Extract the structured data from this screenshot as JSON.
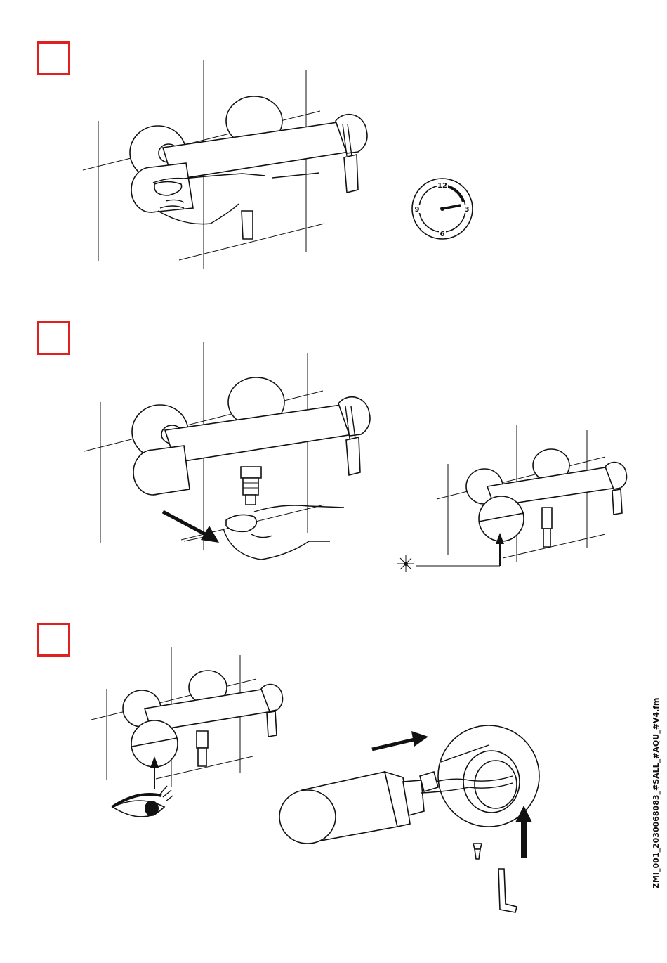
{
  "steps": [
    {
      "label": "",
      "color": "#e0201f"
    },
    {
      "label": "",
      "color": "#e0201f"
    },
    {
      "label": "",
      "color": "#e0201f"
    }
  ],
  "dial": {
    "n12": "12",
    "n3": "3",
    "n6": "6",
    "n9": "9"
  },
  "document_code": "ZMI_001_2030068083_#SALL_#AQU_#V4.fm",
  "icons": [
    "hand-icon",
    "eye-icon",
    "light-sensor-icon",
    "arrow-icon",
    "allen-key-icon",
    "screw-icon"
  ]
}
